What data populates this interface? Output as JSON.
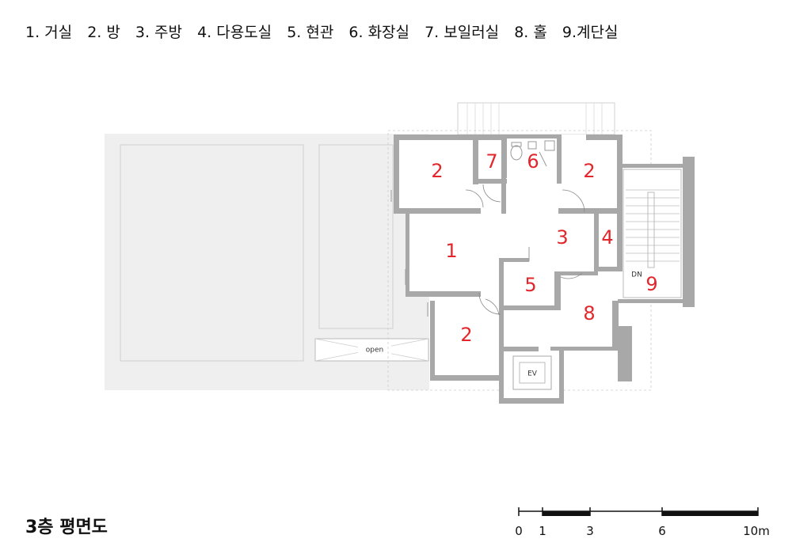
{
  "legend": [
    "1. 거실",
    "2. 방",
    "3. 주방",
    "4. 다용도실",
    "5. 현관",
    "6. 화장실",
    "7. 보일러실",
    "8. 홀",
    "9.계단실"
  ],
  "title": "3층 평면도",
  "rooms": [
    {
      "id": "living",
      "label": "1"
    },
    {
      "id": "room-a",
      "label": "2"
    },
    {
      "id": "room-b",
      "label": "2"
    },
    {
      "id": "room-c",
      "label": "2"
    },
    {
      "id": "kitchen",
      "label": "3"
    },
    {
      "id": "utility",
      "label": "4"
    },
    {
      "id": "entrance",
      "label": "5"
    },
    {
      "id": "bathroom",
      "label": "6"
    },
    {
      "id": "boiler",
      "label": "7"
    },
    {
      "id": "hall",
      "label": "8"
    },
    {
      "id": "stair",
      "label": "9"
    }
  ],
  "labels": {
    "open": "open",
    "ev": "EV",
    "dn": "DN"
  },
  "scale": [
    "0",
    "1",
    "3",
    "6",
    "10m"
  ],
  "colors": {
    "room_number": "#e3262b",
    "wall": "#a8a8a8",
    "terrace": "#efefef"
  }
}
